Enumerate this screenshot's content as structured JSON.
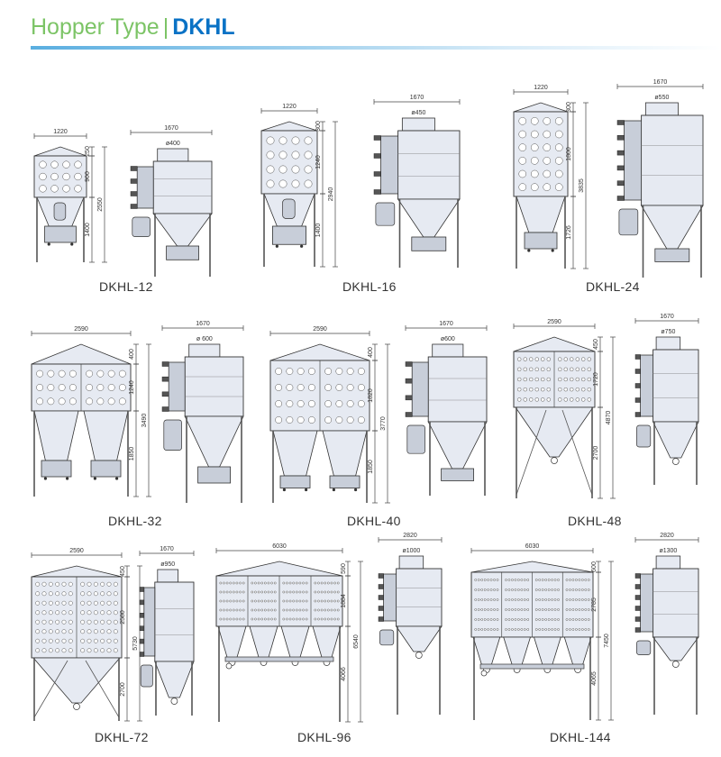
{
  "header": {
    "title_light": "Hopper Type",
    "separator": "|",
    "title_bold": "DKHL"
  },
  "models": [
    {
      "name": "DKHL-12",
      "front": {
        "width": "1220",
        "dims": [
          "250",
          "900",
          "2550",
          "1400"
        ]
      },
      "side": {
        "width": "1670",
        "dia": "ø400"
      }
    },
    {
      "name": "DKHL-16",
      "front": {
        "width": "1220",
        "dims": [
          "300",
          "1240",
          "2940",
          "1400"
        ]
      },
      "side": {
        "width": "1670",
        "dia": "ø450"
      }
    },
    {
      "name": "DKHL-24",
      "front": {
        "width": "1220",
        "dims": [
          "300",
          "1800",
          "3835",
          "1726"
        ]
      },
      "side": {
        "width": "1670",
        "dia": "ø550"
      }
    },
    {
      "name": "DKHL-32",
      "front": {
        "width": "2590",
        "dims": [
          "400",
          "1240",
          "3490",
          "1850"
        ]
      },
      "side": {
        "width": "1670",
        "dia": "ø 600"
      }
    },
    {
      "name": "DKHL-40",
      "front": {
        "width": "2590",
        "dims": [
          "400",
          "1820",
          "3770",
          "1850"
        ]
      },
      "side": {
        "width": "1670",
        "dia": "ø600"
      }
    },
    {
      "name": "DKHL-48",
      "front": {
        "width": "2590",
        "dims": [
          "450",
          "1720",
          "4870",
          "2700"
        ]
      },
      "side": {
        "width": "1670",
        "dia": "ø750"
      }
    },
    {
      "name": "DKHL-72",
      "front": {
        "width": "2590",
        "dims": [
          "450",
          "2580",
          "5730",
          "2700"
        ]
      },
      "side": {
        "width": "1670",
        "dia": "ø950"
      }
    },
    {
      "name": "DKHL-96",
      "front": {
        "width": "6030",
        "dims": [
          "590",
          "1884",
          "6540",
          "4066"
        ]
      },
      "side": {
        "width": "2820",
        "dia": "ø1000"
      }
    },
    {
      "name": "DKHL-144",
      "front": {
        "width": "6030",
        "dims": [
          "600",
          "2785",
          "7450",
          "4065"
        ]
      },
      "side": {
        "width": "2820",
        "dia": "ø1300"
      }
    }
  ]
}
